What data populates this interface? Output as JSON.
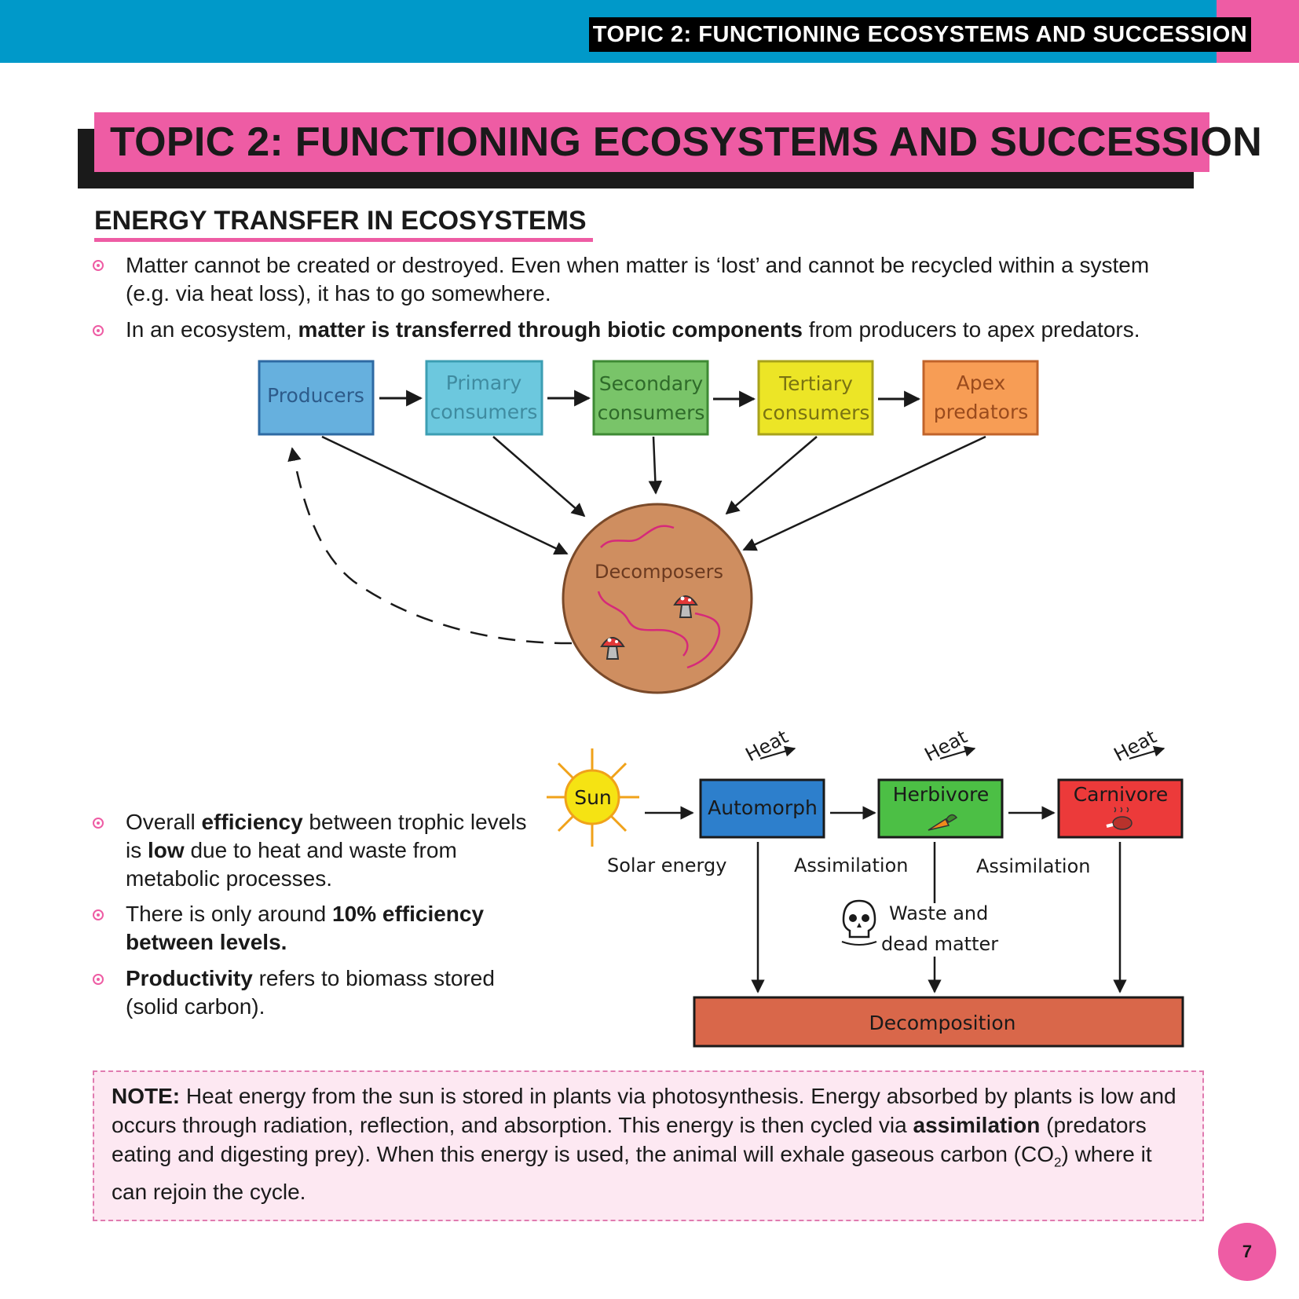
{
  "header": {
    "tab_text": "TOPIC 2: FUNCTIONING ECOSYSTEMS AND SUCCESSION"
  },
  "title": "TOPIC 2: FUNCTIONING ECOSYSTEMS AND SUCCESSION",
  "section_heading": "ENERGY TRANSFER IN ECOSYSTEMS",
  "bullets_top": {
    "b1": "Matter cannot be created or destroyed. Even when matter is ‘lost’ and cannot be recycled within a system (e.g. via heat loss), it has to go somewhere.",
    "b2_pre": "In an ecosystem, ",
    "b2_bold": "matter is transferred through biotic components",
    "b2_post": " from producers to apex predators."
  },
  "food_chain": {
    "producers": "Producers",
    "primary_1": "Primary",
    "primary_2": "consumers",
    "secondary_1": "Secondary",
    "secondary_2": "consumers",
    "tertiary_1": "Tertiary",
    "tertiary_2": "consumers",
    "apex_1": "Apex",
    "apex_2": "predators",
    "decomposers": "Decomposers"
  },
  "energy_diagram": {
    "sun": "Sun",
    "automorph": "Automorph",
    "herbivore": "Herbivore",
    "carnivore": "Carnivore",
    "heat": "Heat",
    "solar_energy": "Solar energy",
    "assimilation": "Assimilation",
    "waste_1": "Waste and",
    "waste_2": "dead matter",
    "decomposition": "Decomposition"
  },
  "bullets_bottom": {
    "e_pre": "Overall ",
    "e_bold1": "efficiency",
    "e_mid": " between trophic levels is ",
    "e_bold2": "low",
    "e_post": " due to heat and waste from metabolic processes.",
    "t_pre": "There is only around ",
    "t_bold": "10% efficiency between levels.",
    "p_bold": "Productivity",
    "p_post": " refers to biomass stored (solid carbon)."
  },
  "note": {
    "label": "NOTE:",
    "text1": " Heat energy from the sun is stored in plants via photosynthesis. Energy absorbed by plants is low and occurs through radiation, reflection, and absorption. This energy is then cycled via ",
    "bold": "assimilation",
    "text2": " (predators eating and digesting prey). When this energy is used, the animal will exhale gaseous carbon (CO",
    "sub": "2",
    "text3": ") where it can rejoin the cycle."
  },
  "page_number": "7",
  "colors": {
    "cyan_bar": "#0099c9",
    "pink": "#ee5ca4",
    "producers": "#66b0de",
    "primary": "#6cc8de",
    "secondary": "#79c469",
    "tertiary": "#ece526",
    "apex": "#f79d55",
    "decomposers": "#cf8e60",
    "automorph": "#2d7fcc",
    "herbivore": "#4cbf45",
    "carnivore": "#ec3a3a",
    "decomposition": "#d9674a",
    "sun": "#f5e313"
  }
}
